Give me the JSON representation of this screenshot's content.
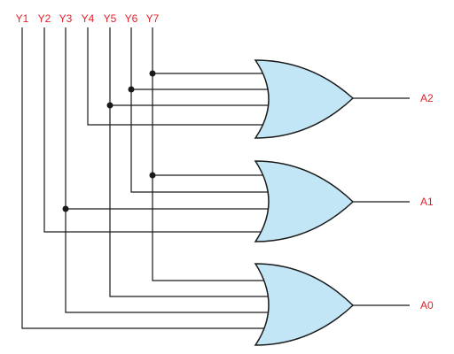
{
  "diagram": {
    "inputs": [
      "Y1",
      "Y2",
      "Y3",
      "Y4",
      "Y5",
      "Y6",
      "Y7"
    ],
    "outputs": [
      "A2",
      "A1",
      "A0"
    ],
    "gate_type": "OR",
    "connections": {
      "A2": [
        "Y7",
        "Y6",
        "Y5",
        "Y4"
      ],
      "A1": [
        "Y7",
        "Y6",
        "Y3",
        "Y2"
      ],
      "A0": [
        "Y7",
        "Y5",
        "Y3",
        "Y1"
      ]
    }
  },
  "colors": {
    "label": "#e8202a",
    "gate_fill": "#c3e6f6",
    "line": "#1a1a1a"
  }
}
